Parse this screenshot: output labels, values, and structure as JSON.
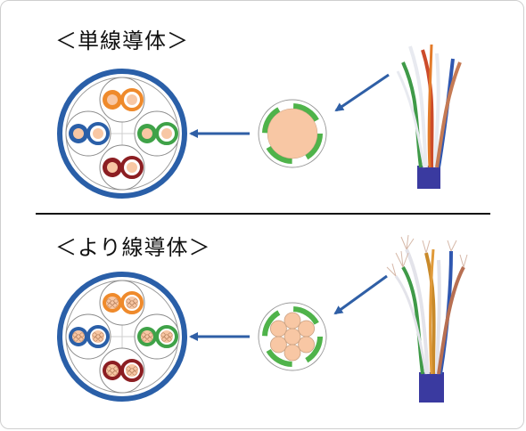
{
  "sections": [
    {
      "title": "＜単線導体＞",
      "conductor": "solid"
    },
    {
      "title": "＜より線導体＞",
      "conductor": "stranded"
    }
  ],
  "colors": {
    "jacket": "#2a5fa8",
    "arrow": "#2f5fa6",
    "divider": "#111111",
    "copper": "#f8c7a4",
    "pairs": [
      {
        "name": "orange",
        "color": "#ef8a2b"
      },
      {
        "name": "blue",
        "color": "#2a5fa8"
      },
      {
        "name": "green",
        "color": "#3fa248"
      },
      {
        "name": "brown",
        "color": "#8c1e22"
      }
    ],
    "insulation_cross_section": "#4fb34a"
  }
}
